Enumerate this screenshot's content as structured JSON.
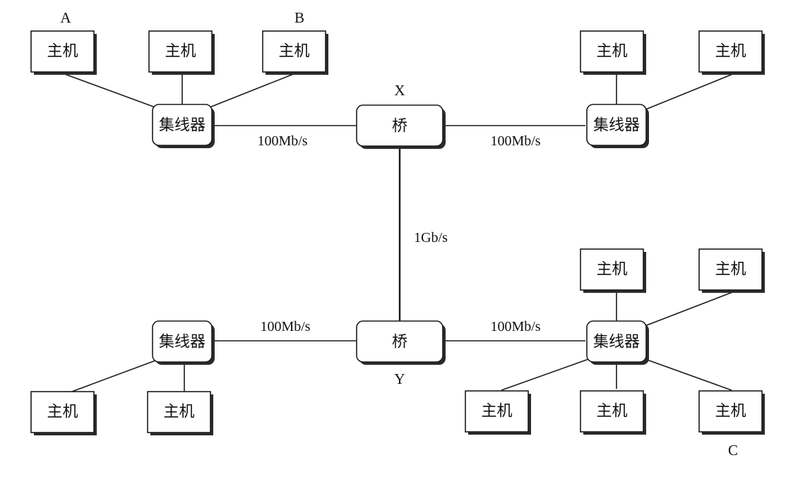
{
  "labels": {
    "host": "主机",
    "hub": "集线器",
    "bridge": "桥"
  },
  "tags": {
    "a": "A",
    "b": "B",
    "c": "C",
    "x": "X",
    "y": "Y"
  },
  "speeds": {
    "top_left": "100Mb/s",
    "top_right": "100Mb/s",
    "backbone": "1Gb/s",
    "bottom_left": "100Mb/s",
    "bottom_right": "100Mb/s"
  }
}
